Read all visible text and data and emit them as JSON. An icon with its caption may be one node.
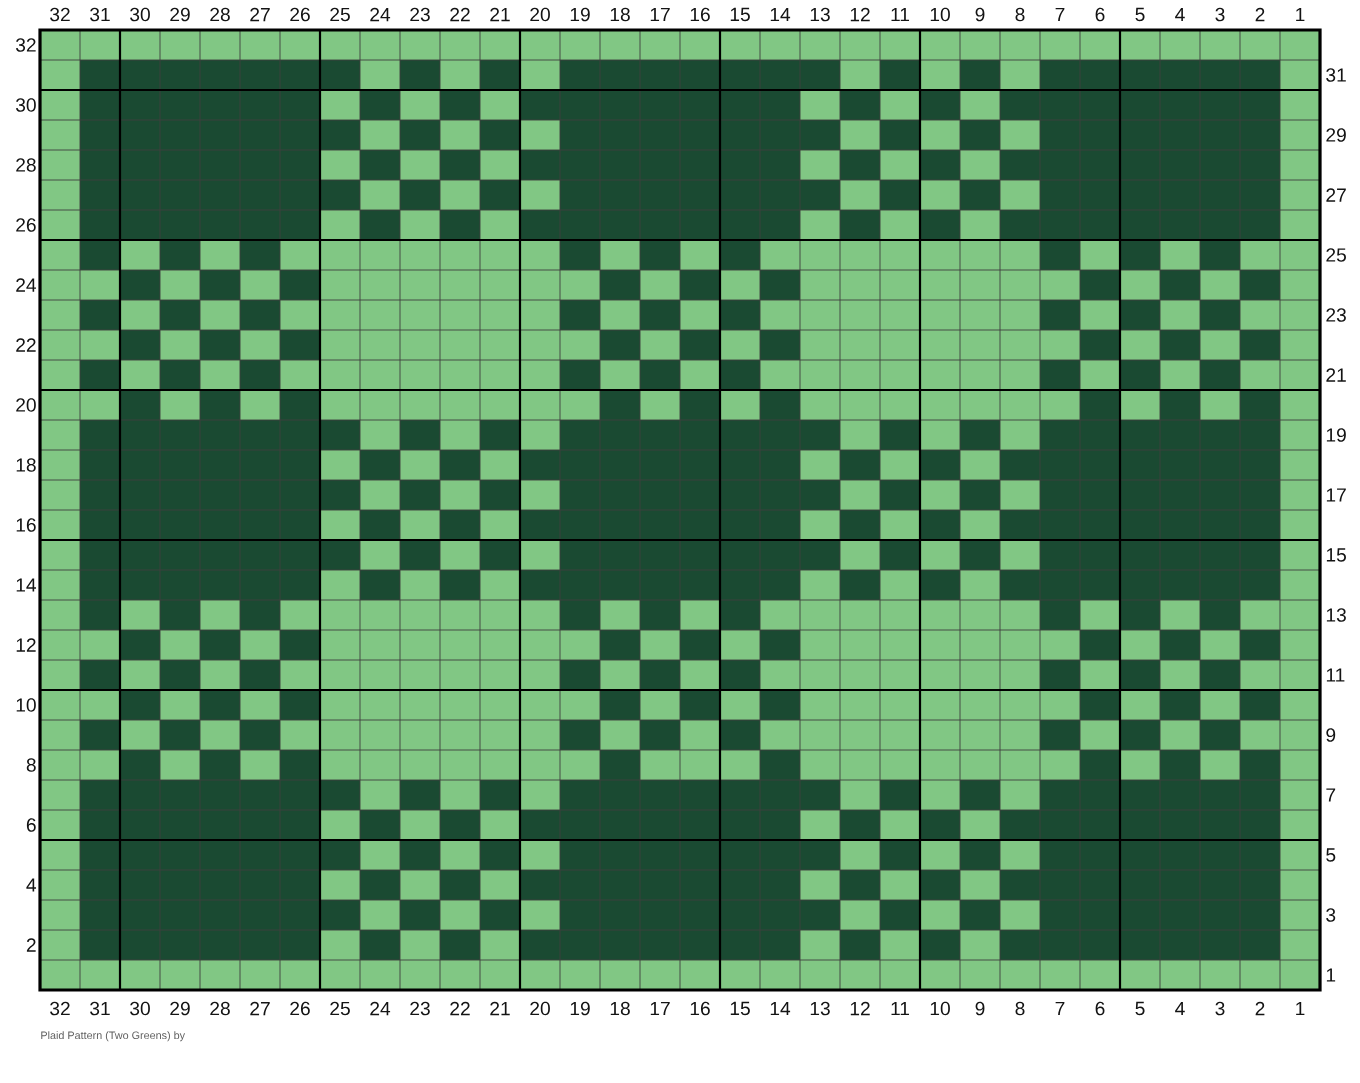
{
  "diagram": {
    "caption": "Plaid Pattern (Two Greens) by",
    "labels": [
      "32",
      "31",
      "30",
      "29",
      "28",
      "27",
      "26",
      "25",
      "24",
      "23",
      "22",
      "21",
      "20",
      "19",
      "18",
      "17",
      "16",
      "15",
      "14",
      "13",
      "12",
      "11",
      "10",
      "9",
      "8",
      "7",
      "6",
      "5",
      "4",
      "3",
      "2",
      "1",
      "32",
      "31",
      "30",
      "29",
      "28",
      "27",
      "26",
      "25",
      "24",
      "23",
      "22",
      "21",
      "20",
      "19",
      "18",
      "17",
      "16",
      "15",
      "14",
      "13",
      "12",
      "11",
      "10",
      "9",
      "8",
      "7",
      "6",
      "5",
      "4",
      "3",
      "2",
      "1",
      "32",
      "31",
      "30",
      "29",
      "28",
      "27",
      "26",
      "25",
      "24",
      "23",
      "22",
      "21",
      "20",
      "19",
      "18",
      "17",
      "16",
      "15",
      "14",
      "13",
      "12",
      "11",
      "10",
      "9",
      "8",
      "7",
      "6",
      "5",
      "4",
      "3",
      "2",
      "1"
    ]
  }
}
